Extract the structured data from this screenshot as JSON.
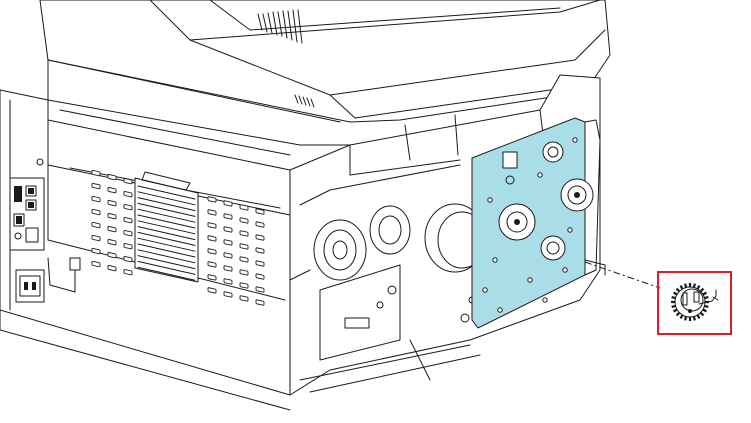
{
  "figure": {
    "highlight_color": "#d9202a",
    "panel_color": "#a9dde8",
    "line_color": "#1a1a1a",
    "background": "#ffffff",
    "icons": [
      "printer-body",
      "drive-side-plate",
      "gear-assembly-part",
      "leader-line"
    ]
  }
}
